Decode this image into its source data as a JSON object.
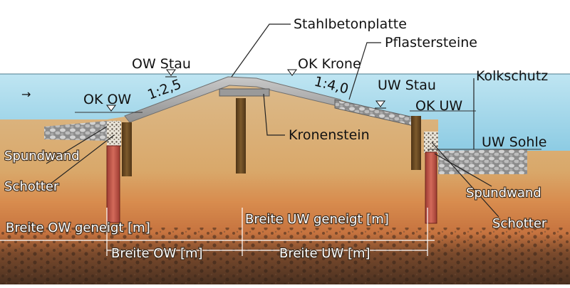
{
  "labels": {
    "stahlbetonplatte": "Stahlbetonplatte",
    "pflastersteine": "Pflastersteine",
    "ow_stau": "OW Stau",
    "ok_krone": "OK Krone",
    "uw_stau": "UW Stau",
    "kolkschutz": "Kolkschutz",
    "ok_ow": "OK OW",
    "ok_uw": "OK UW",
    "slope_ow": "1:2,5",
    "slope_uw": "1:4,0",
    "kronenstein": "Kronenstein",
    "uw_sohle": "UW Sohle",
    "spundwand_left": "Spundwand",
    "schotter_left": "Schotter",
    "spundwand_right": "Spundwand",
    "schotter_right": "Schotter",
    "breite_ow_geneigt": "Breite OW geneigt [m]",
    "breite_uw_geneigt": "Breite UW geneigt [m]",
    "breite_ow": "Breite OW [m]",
    "breite_uw": "Breite UW [m]",
    "flow_arrow": "→"
  },
  "colors": {
    "sky": "#ffffff",
    "water": "#a9dbed",
    "water_deep": "#8fcbe2",
    "soil_top": "#d7b588",
    "soil_mid": "#d98f52",
    "soil_deep": "#5a3a26",
    "concrete": "#a9a9a9",
    "sheet_pile": "#c85b4e",
    "timber": "#6b4a22"
  }
}
